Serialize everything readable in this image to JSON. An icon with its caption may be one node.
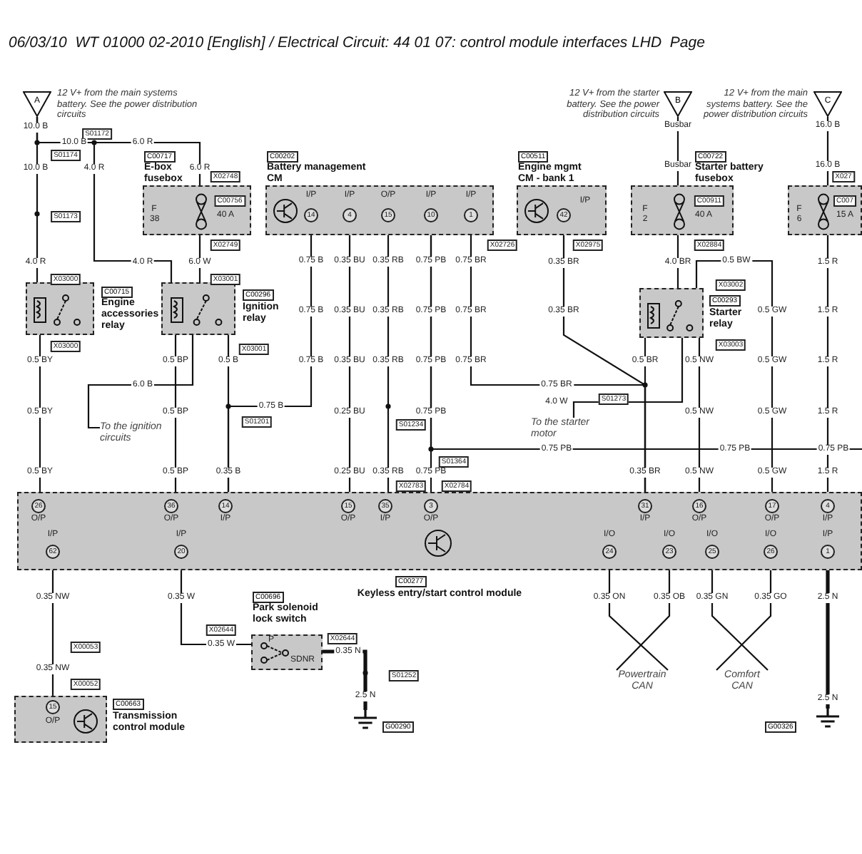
{
  "diagram": {
    "title": "06/03/10  WT 01000 02-2010 [English] / Electrical Circuit: 44 01 07: control module interfaces LHD  Page",
    "nodes": [
      {
        "text": [
          "A"
        ],
        "beside": [
          "12 V+ from the main systems battery. See the power distribution circuits"
        ]
      },
      {
        "text": [
          "B"
        ],
        "beside": [
          "12 V+ from the starter battery. See the power distribution circuits"
        ]
      },
      {
        "text": [
          "C"
        ],
        "beside": [
          "12 V+ from the main systems battery. See the power distribution circuits"
        ]
      },
      {
        "text": [
          "C00717",
          "E-box fusebox"
        ]
      },
      {
        "text": [
          "C00202",
          "Battery management CM"
        ]
      },
      {
        "text": [
          "C00511",
          "Engine mgmt CM - bank 1"
        ]
      },
      {
        "text": [
          "C00722",
          "Starter battery fusebox"
        ]
      },
      {
        "text": [],
        "shape": "box"
      },
      {
        "text": [
          "C00715",
          "Engine accessories relay"
        ]
      },
      {
        "text": [
          "C00296",
          "Ignition relay"
        ]
      },
      {
        "text": [
          "C00293",
          "Starter relay"
        ]
      },
      {
        "text": [
          "C00277",
          "Keyless entry/start control module"
        ]
      },
      {
        "text": [
          "C00696",
          "Park solenoid lock switch"
        ]
      },
      {
        "text": [
          "C00663",
          "Transmission control module"
        ]
      },
      {
        "text": [
          "To the ignition circuits"
        ]
      },
      {
        "text": [
          "To the starter motor"
        ]
      },
      {
        "text": [
          "Powertrain CAN"
        ]
      },
      {
        "text": [
          "Comfort CAN"
        ]
      },
      {
        "text": [],
        "shape": "ground",
        "beside": [
          "G00290"
        ]
      },
      {
        "text": [],
        "shape": "ground",
        "beside": [
          "G00326"
        ]
      }
    ],
    "edges": [
      {
        "from": 0,
        "to": 3,
        "arrow": "none"
      },
      {
        "from": 0,
        "to": 8,
        "arrow": "none"
      },
      {
        "from": 0,
        "to": 9,
        "arrow": "none"
      },
      {
        "from": 3,
        "to": 9,
        "arrow": "none"
      },
      {
        "from": 8,
        "to": 11,
        "arrow": "none"
      },
      {
        "from": 9,
        "to": 11,
        "arrow": "none"
      },
      {
        "from": 9,
        "to": 14,
        "arrow": "none"
      },
      {
        "from": 9,
        "to": 11,
        "arrow": "none"
      },
      {
        "from": 4,
        "to": 11,
        "arrow": "none"
      },
      {
        "from": 4,
        "to": 11,
        "arrow": "none"
      },
      {
        "from": 4,
        "to": 11,
        "arrow": "none"
      },
      {
        "from": 4,
        "to": 11,
        "arrow": "none"
      },
      {
        "from": 4,
        "to": null,
        "arrow": "none"
      },
      {
        "from": 4,
        "to": 11,
        "arrow": "none"
      },
      {
        "from": 5,
        "to": 11,
        "arrow": "none"
      },
      {
        "from": 1,
        "to": 6,
        "arrow": "none"
      },
      {
        "from": 6,
        "to": 10,
        "arrow": "none"
      },
      {
        "from": 10,
        "to": 15,
        "arrow": "none"
      },
      {
        "from": 10,
        "to": 11,
        "arrow": "none"
      },
      {
        "from": 10,
        "to": 11,
        "arrow": "none"
      },
      {
        "from": 2,
        "to": 7,
        "arrow": "none"
      },
      {
        "from": 7,
        "to": 11,
        "arrow": "none"
      },
      {
        "from": 11,
        "to": 13,
        "arrow": "none"
      },
      {
        "from": 11,
        "to": 12,
        "arrow": "none"
      },
      {
        "from": 12,
        "to": 18,
        "arrow": "none",
        "style": "thick"
      },
      {
        "from": 11,
        "to": 16,
        "arrow": "none"
      },
      {
        "from": 11,
        "to": 16,
        "arrow": "none"
      },
      {
        "from": 11,
        "to": 17,
        "arrow": "none"
      },
      {
        "from": 11,
        "to": 17,
        "arrow": "none"
      },
      {
        "from": 11,
        "to": 19,
        "arrow": "none",
        "style": "thick"
      },
      {
        "from": 10,
        "to": 11,
        "arrow": "none"
      }
    ],
    "labels": [
      "10.0 B",
      "S01172",
      "10.0 B",
      "6.0 R",
      "S01174",
      "10.0 B",
      "4.0 R",
      "6.0 R",
      "X02748",
      "C00756",
      "40 A",
      "F 38",
      "X02749",
      "S01173",
      "4.0 R",
      "4.0 R",
      "6.0 W",
      "X03000",
      "X03001",
      "X03000",
      "X03001",
      "0.5 BY",
      "0.5 BP",
      "0.5 B",
      "6.0 B",
      "0.75 B",
      "0.5 BY",
      "0.5 BP",
      "S01201",
      "0.5 BY",
      "0.5 BP",
      "0.35 B",
      "I/P",
      "14",
      "I/P",
      "4",
      "O/P",
      "15",
      "I/P",
      "10",
      "I/P",
      "1",
      "X02726",
      "0.75 B",
      "0.35 BU",
      "0.35 RB",
      "0.75 PB",
      "0.75 BR",
      "0.75 B",
      "0.35 BU",
      "0.35 RB",
      "0.75 PB",
      "0.75 BR",
      "0.75 B",
      "0.35 BU",
      "0.35 RB",
      "0.75 PB",
      "0.75 BR",
      "0.25 BU",
      "0.75 PB",
      "S01234",
      "S01364",
      "0.25 BU",
      "0.35 RB",
      "0.75 PB",
      "X02783",
      "X02784",
      "I/P",
      "42",
      "X02975",
      "0.35 BR",
      "0.35 BR",
      "0.75 BR",
      "S01273",
      "4.0 W",
      "0.75 PB",
      "0.75 PB",
      "0.75 PB",
      "Busbar",
      "Busbar",
      "C00911",
      "40 A",
      "F 2",
      "X02884",
      "4.0 BR",
      "0.5 BW",
      "X03002",
      "0.5 GW",
      "X03003",
      "0.5 BR",
      "0.5 NW",
      "0.5 GW",
      "0.5 NW",
      "0.5 GW",
      "0.35 BR",
      "0.5 NW",
      "0.5 GW",
      "16.0 B",
      "16.0 B",
      "X027",
      "C007",
      "15 A",
      "F 6",
      "1.5 R",
      "1.5 R",
      "1.5 R",
      "1.5 R",
      "1.5 R",
      "26",
      "O/P",
      "36",
      "O/P",
      "14",
      "I/P",
      "15",
      "O/P",
      "35",
      "I/P",
      "3",
      "O/P",
      "31",
      "I/P",
      "16",
      "O/P",
      "17",
      "O/P",
      "4",
      "I/P",
      "I/P",
      "62",
      "I/P",
      "20",
      "I/O",
      "24",
      "I/O",
      "23",
      "I/O",
      "25",
      "I/O",
      "26",
      "I/P",
      "1",
      "0.35 NW",
      "0.35 W",
      "0.35 ON",
      "0.35 OB",
      "0.35 GN",
      "0.35 GO",
      "2.5 N",
      "X02644",
      "0.35 W",
      "P",
      "X02644",
      "0.35 N",
      "SDNR",
      "X00053",
      "0.35 NW",
      "X00052",
      "S01252",
      "2.5 N",
      "2.5 N",
      "15",
      "O/P"
    ]
  }
}
